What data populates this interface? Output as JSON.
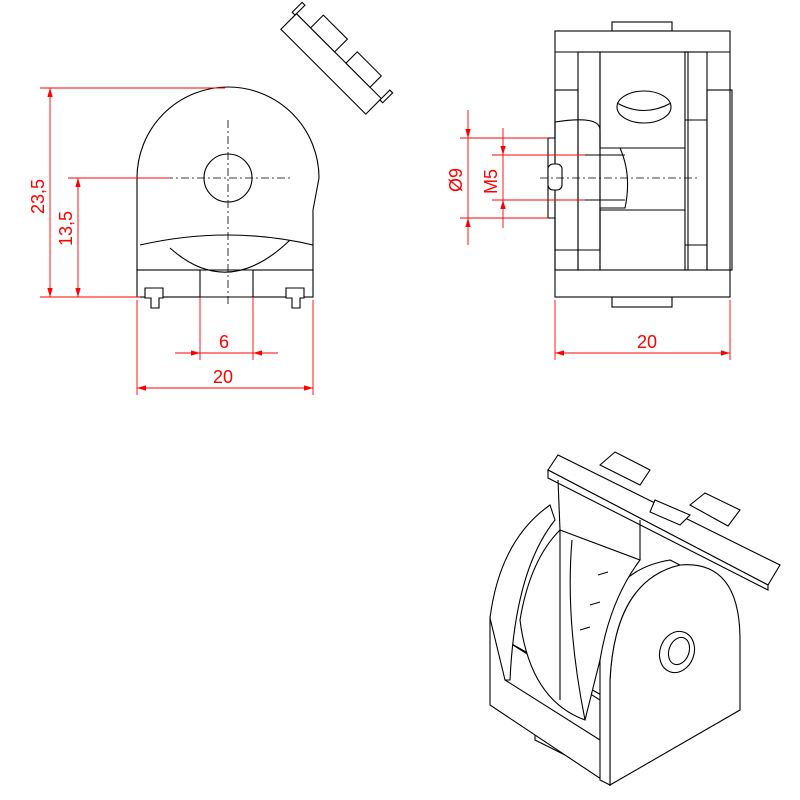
{
  "colors": {
    "outline": "#000000",
    "dimension": "#ff0000"
  },
  "side_view": {
    "dim_height_total": "23,5",
    "dim_hole_height": "13,5",
    "dim_slot_width": "6",
    "dim_width": "20"
  },
  "front_view": {
    "dim_diameter": "Ø9",
    "dim_thread": "M5",
    "dim_width": "20"
  }
}
